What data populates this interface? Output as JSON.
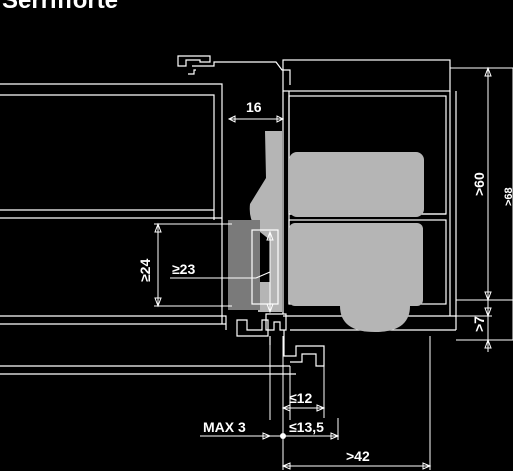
{
  "title": "Serrifforte",
  "dimensions": {
    "d16": "16",
    "d60": ">60",
    "d68": ">68",
    "d24": "≥24",
    "d23": "≥23",
    "d7": ">7",
    "d12": "≤12",
    "max3": "MAX 3",
    "d13_5": "≤13,5",
    "d42": ">42"
  }
}
